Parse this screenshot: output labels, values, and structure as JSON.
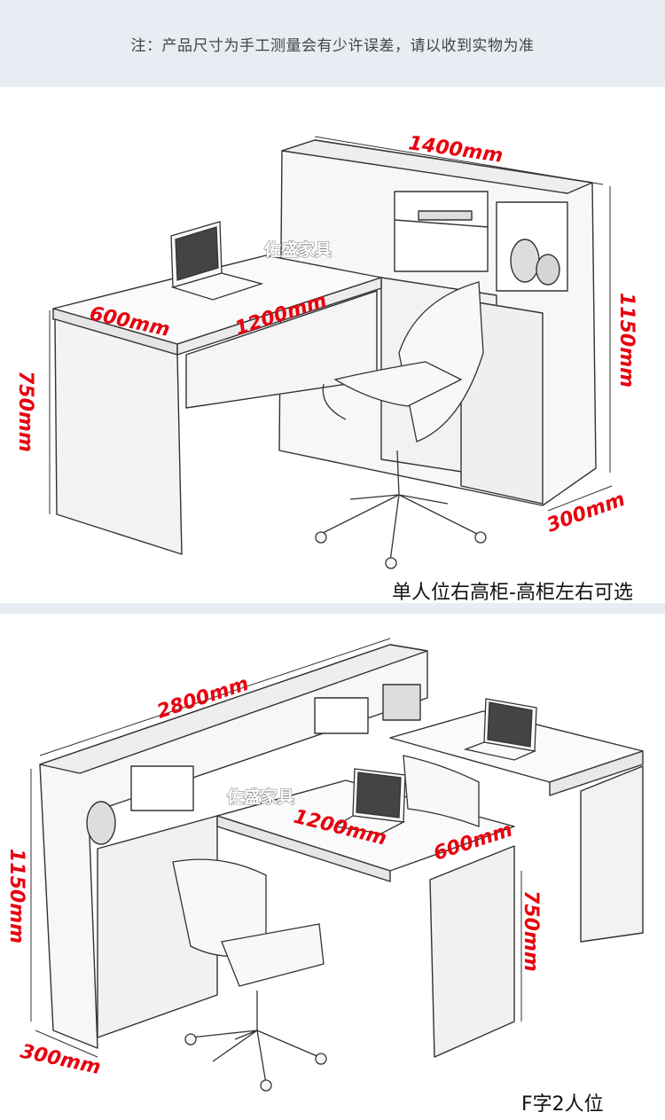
{
  "notice": "注：产品尺寸为手工测量会有少许误差，请以收到实物为准",
  "brand": "佐盛家具",
  "figure1": {
    "caption": "单人位右高柜-高柜左右可选",
    "dims": {
      "cabinet_width": "1400mm",
      "desk_depth": "600mm",
      "desk_length": "1200mm",
      "desk_height": "750mm",
      "cabinet_height": "1150mm",
      "cabinet_depth": "300mm"
    }
  },
  "figure2": {
    "caption": "F字2人位",
    "dims": {
      "cabinet_width": "2800mm",
      "desk_length": "1200mm",
      "desk_depth": "600mm",
      "desk_height": "750mm",
      "cabinet_height": "1150mm",
      "cabinet_depth": "300mm"
    }
  },
  "colors": {
    "dimension": "#e8000e",
    "band": "#e8edf3"
  }
}
